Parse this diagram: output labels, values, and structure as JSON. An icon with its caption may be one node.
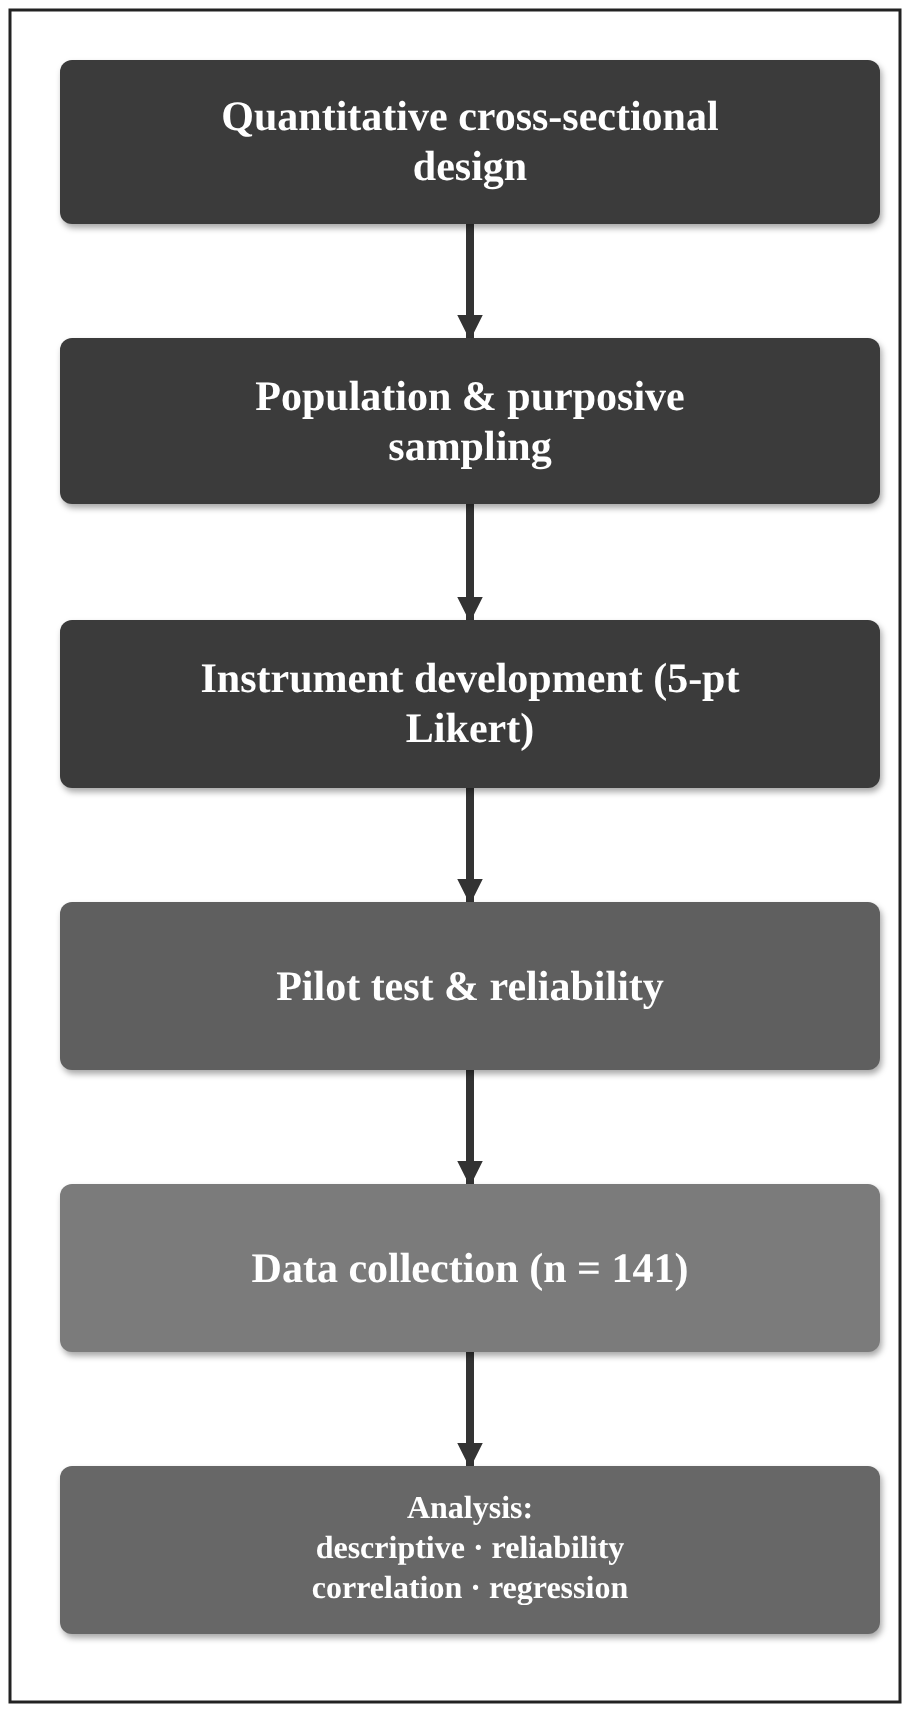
{
  "diagram": {
    "nodes": [
      {
        "text": [
          "Quantitative cross-sectional design"
        ]
      },
      {
        "text": [
          "Population & purposive sampling"
        ]
      },
      {
        "text": [
          "Instrument development (5-pt Likert)"
        ]
      },
      {
        "text": [
          "Pilot test & reliability"
        ]
      },
      {
        "text": [
          "Data collection (n = 141)"
        ]
      },
      {
        "text": [
          "Analysis:",
          "descriptive · reliability correlation · regression"
        ]
      }
    ],
    "edges": [
      {
        "from": 0,
        "to": 1,
        "arrow": "to"
      },
      {
        "from": 1,
        "to": 2,
        "arrow": "to"
      },
      {
        "from": 2,
        "to": 3,
        "arrow": "to"
      },
      {
        "from": 3,
        "to": 4,
        "arrow": "to"
      },
      {
        "from": 4,
        "to": 5,
        "arrow": "to"
      }
    ]
  }
}
